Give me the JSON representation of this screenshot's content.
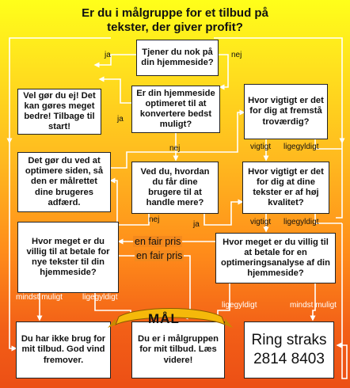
{
  "title": {
    "line1": "Er du i målgruppe for et tilbud på",
    "line2": "tekster, der giver profit?"
  },
  "boxes": {
    "tjener": "Tjener du nok på din hjemmeside?",
    "velgor": "Vel gør du ej! Det kan gøres meget bedre! Tilbage til start!",
    "optimeret": "Er din hjemmeside optimeret til at konvertere bedst muligt?",
    "fremstaa": "Hvor vigtigt er det for dig at fremstå troværdig?",
    "detgor": "Det gør du ved at optimere siden, så den er målrettet dine brugeres adfærd.",
    "hvordan": "Ved du, hvordan du får dine brugere til at handle mere?",
    "tekster": "Hvor vigtigt er det for dig at dine tekster er af høj kvalitet?",
    "betale_tekster": "Hvor meget er du villig til at betale for nye tekster til din hjemmeside?",
    "betale_optim": "Hvor meget er du villig til at betale for en optimeringsanalyse af din hjemmeside?",
    "ikkebrug": "Du har ikke brug for mit tilbud. God vind fremover.",
    "maalgruppe": "Du er i målgruppen for mit tilbud. Læs videre!",
    "ring_line1": "Ring straks",
    "ring_line2": "2814 8403"
  },
  "labels": {
    "ja_1": "ja",
    "nej_1": "nej",
    "ja_2": "ja",
    "nej_2": "nej",
    "vigtigt_1": "vigtigt",
    "ligegyldigt_1": "ligegyldigt",
    "nej_3": "nej",
    "ja_3": "ja",
    "vigtigt_2": "vigtigt",
    "ligegyldigt_2": "ligegyldigt",
    "fair_1": "en fair pris",
    "fair_2": "en fair pris",
    "mindst_1": "mindst muligt",
    "ligegyldigt_3": "ligegyldigt",
    "ligegyldigt_4": "ligegyldigt",
    "mindst_2": "mindst muligt"
  },
  "mal_banner": "MÅL",
  "colors": {
    "gradient_top": "#ffff1a",
    "gradient_bottom": "#ec4f15",
    "banner_gold": "#f5b90a",
    "line": "#ffffff"
  }
}
